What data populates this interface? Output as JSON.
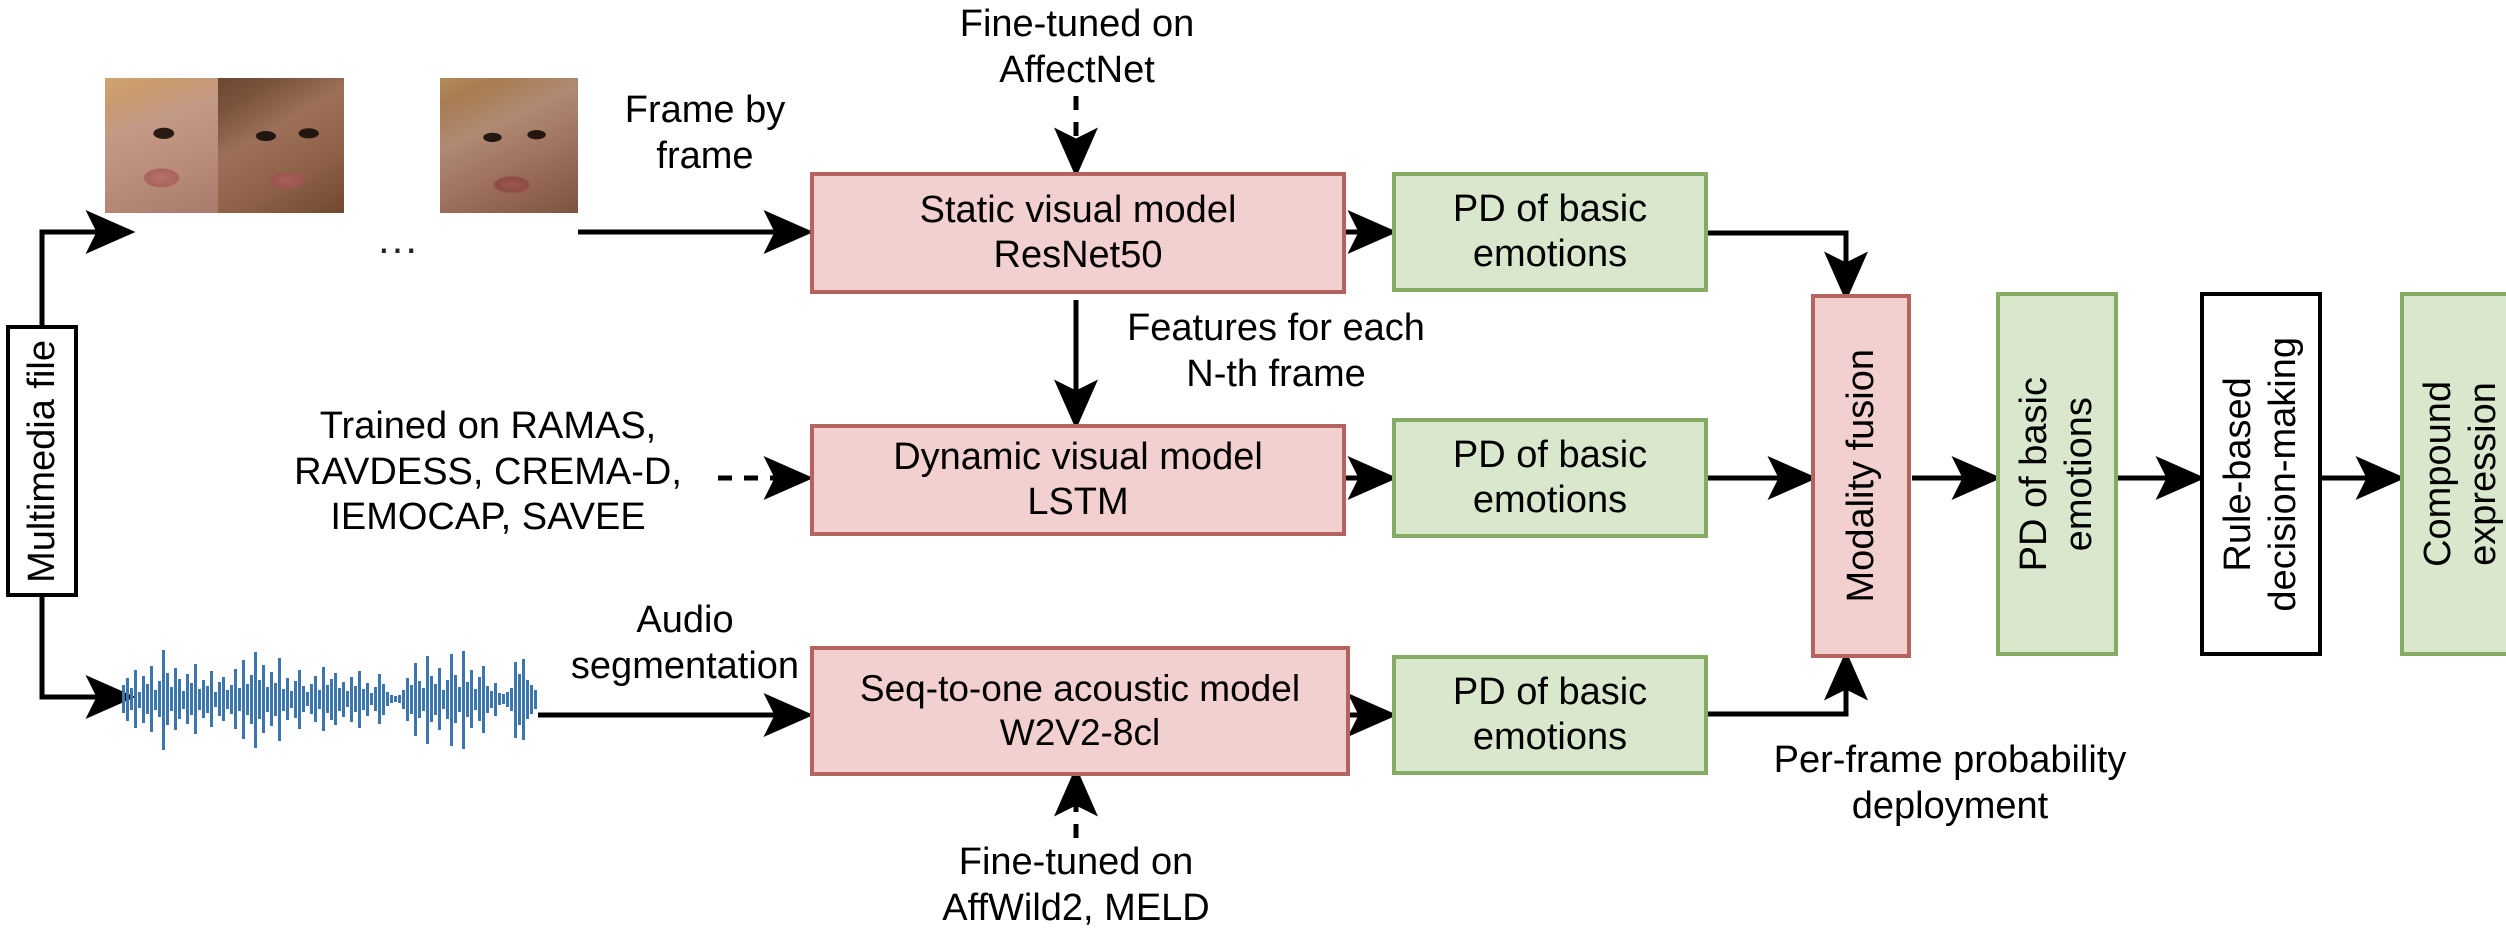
{
  "diagram": {
    "title": "Multimodal compound expression recognition pipeline",
    "colors": {
      "pink_fill": "#f2d0cf",
      "pink_border": "#b4635f",
      "green_fill": "#d9e8cd",
      "green_border": "#86ab65",
      "white_fill": "#ffffff",
      "black_border": "#000000",
      "waveform": "#3d76ad",
      "arrow": "#000000"
    },
    "nodes": {
      "multimedia_file": "Multimedia file",
      "static_visual_model": "Static visual model\nResNet50",
      "dynamic_visual_model": "Dynamic visual model\nLSTM",
      "acoustic_model": "Seq-to-one acoustic model\nW2V2-8cl",
      "pd_static": "PD of basic\nemotions",
      "pd_dynamic": "PD of basic\nemotions",
      "pd_acoustic": "PD of basic\nemotions",
      "modality_fusion": "Modality fusion",
      "pd_fused": "PD of basic\nemotions",
      "rule_based": "Rule-based\ndecision-making",
      "compound_expression": "Compound\nexpression"
    },
    "edge_labels": {
      "frame_by_frame": "Frame by\nframe",
      "finetuned_affectnet": "Fine-tuned on\nAffectNet",
      "features_nth_frame": "Features for each\nN-th frame",
      "trained_on_datasets": "Trained on RAMAS,\nRAVDESS, CREMA-D,\nIEMOCAP, SAVEE",
      "audio_segmentation": "Audio\nsegmentation",
      "finetuned_affwild_meld": "Fine-tuned on\nAffWild2, MELD",
      "per_frame_probability": "Per-frame probability\ndeployment",
      "frames_ellipsis": "..."
    }
  }
}
